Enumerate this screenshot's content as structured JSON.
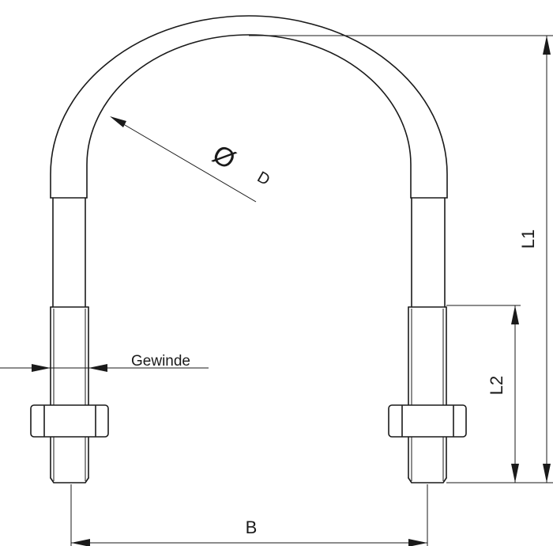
{
  "labels": {
    "thread": "Gewinde",
    "diameter_symbol": "Ø",
    "diameter_letter": "D",
    "height_total": "L1",
    "thread_length": "L2",
    "width": "B"
  },
  "colors": {
    "line": "#1a1a1a",
    "background": "#ffffff"
  }
}
